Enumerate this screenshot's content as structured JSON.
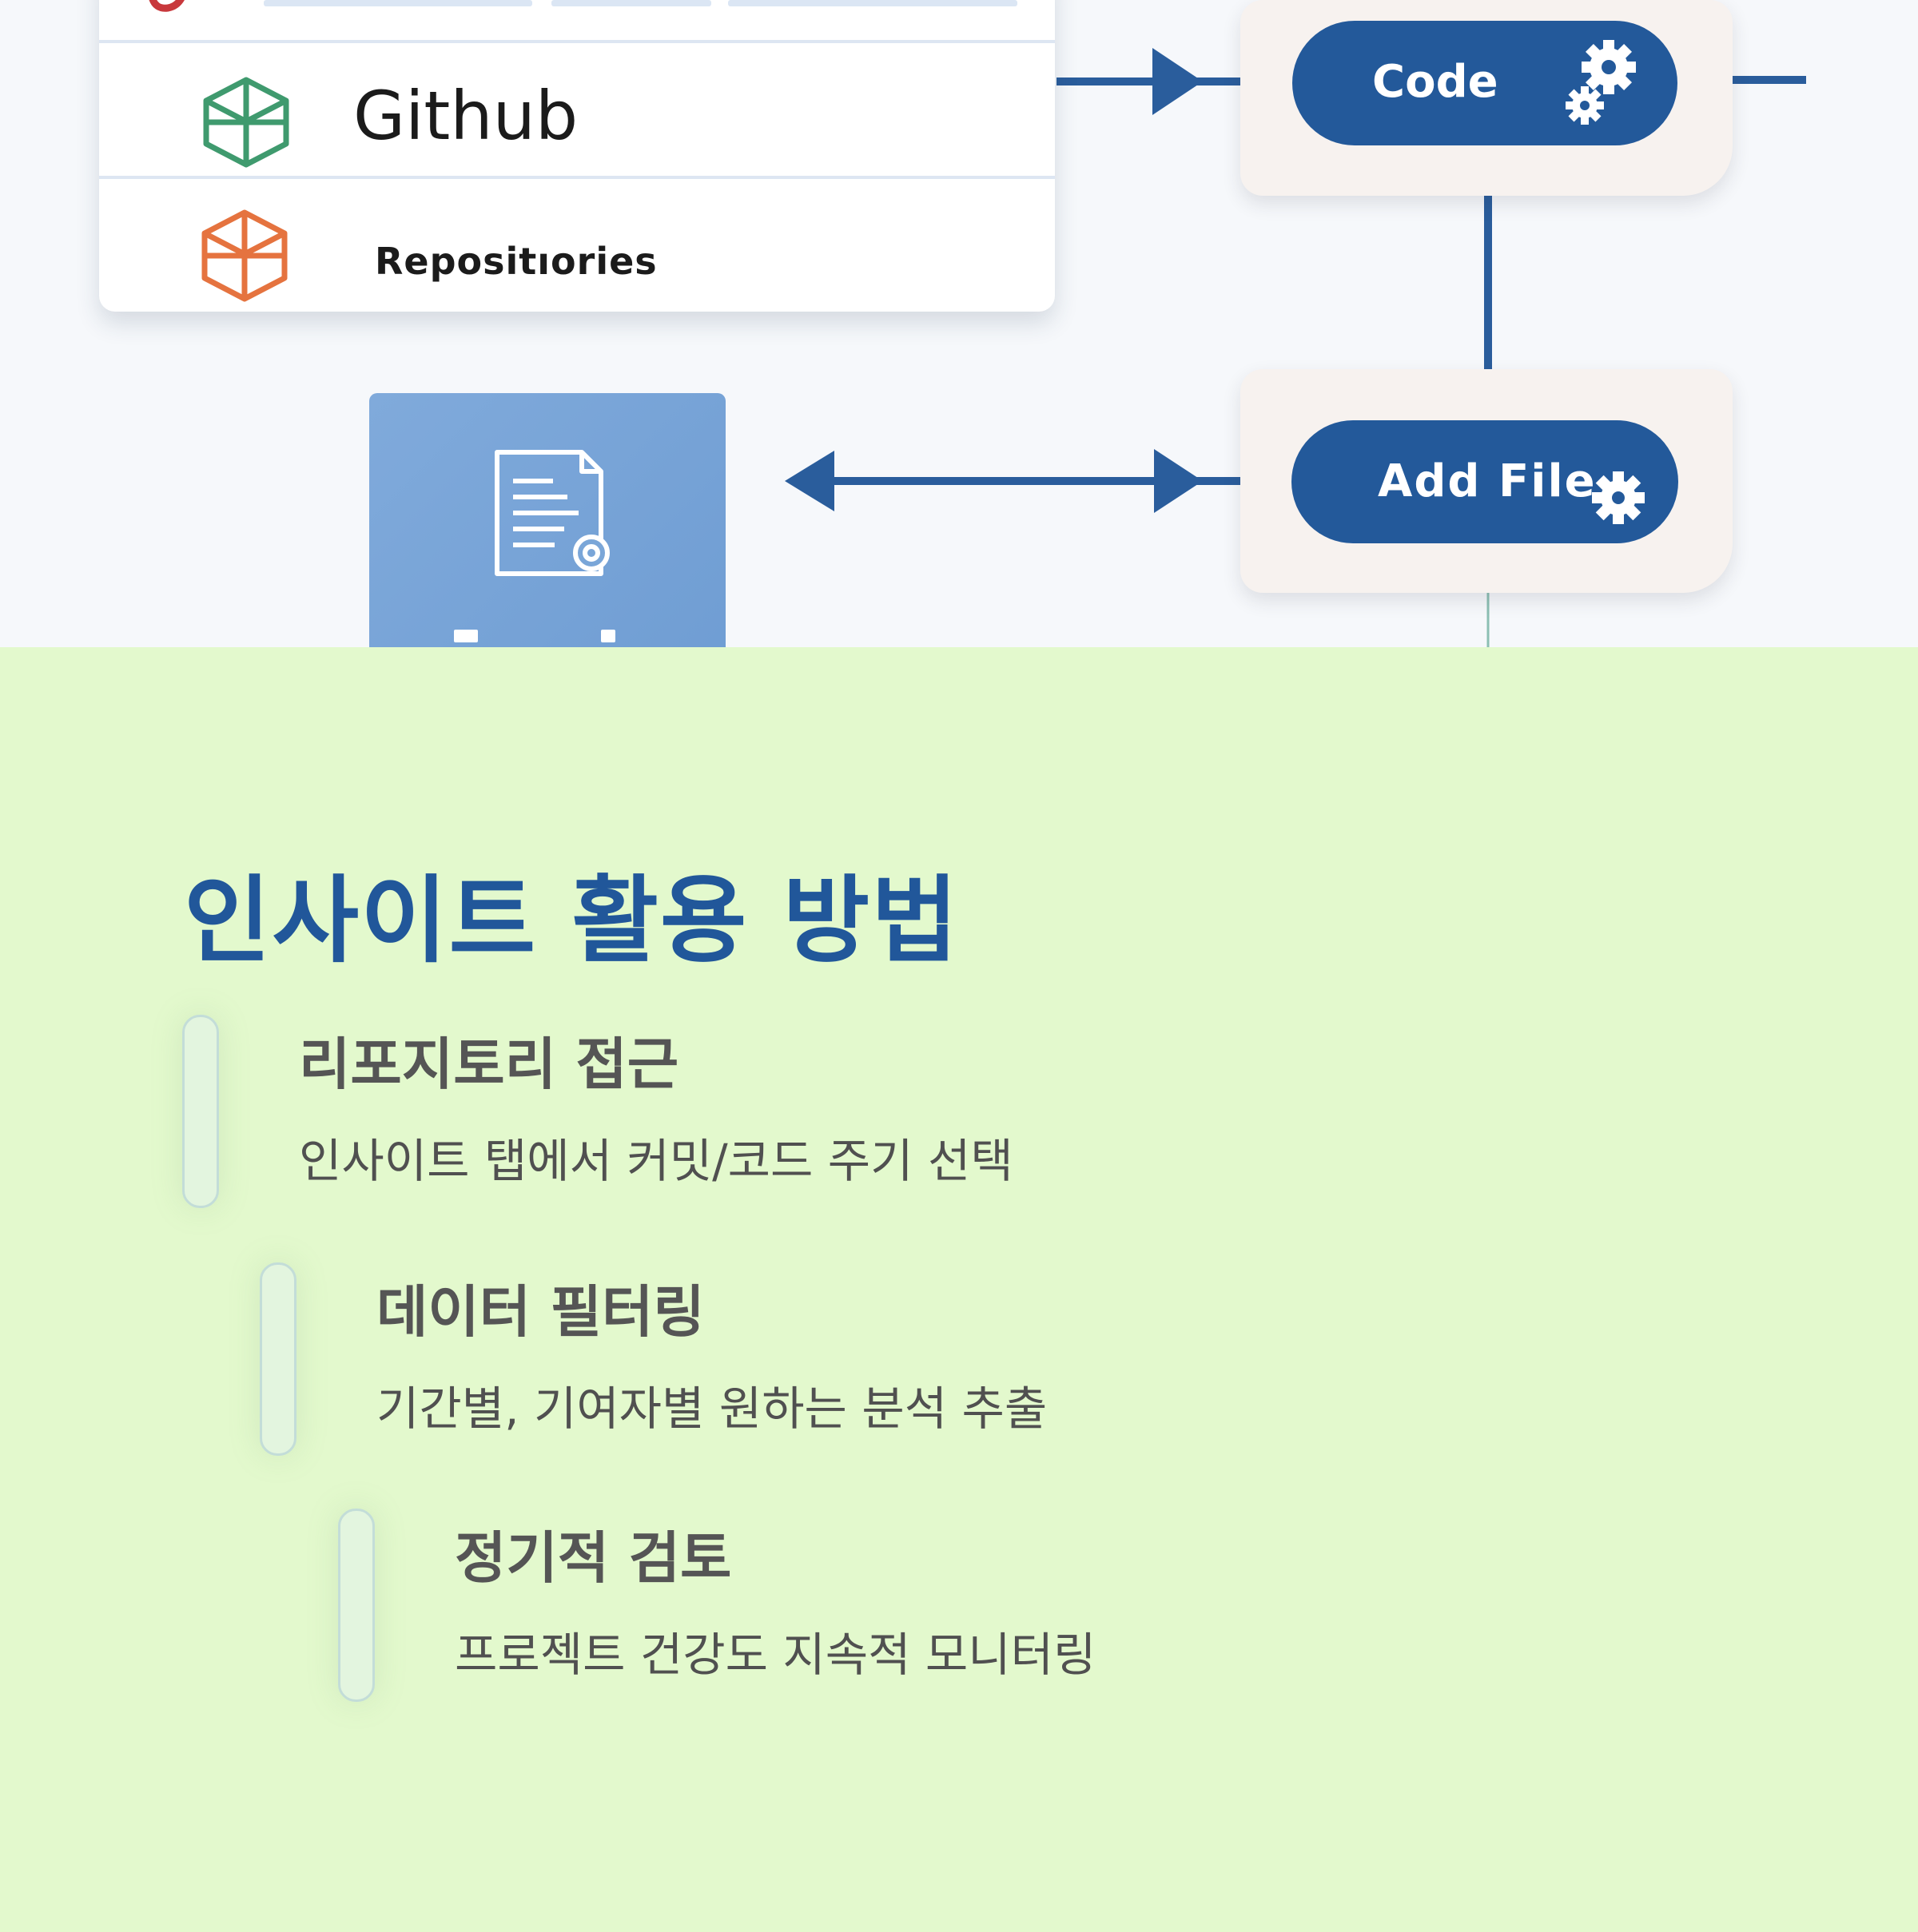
{
  "illustration": {
    "rows": [
      {
        "label": "Github",
        "icon": "cube-icon",
        "color": "#3f9a6e"
      },
      {
        "label": "Repositıories",
        "icon": "cube-icon",
        "color": "#e5733f"
      }
    ],
    "nodes": [
      {
        "label": "Code",
        "icon": "gears-icon"
      },
      {
        "label": "Add File",
        "icon": "gear-icon"
      }
    ],
    "document_icon": "document-icon",
    "accent": "#23599a"
  },
  "section": {
    "title": "인사이트 활용 방법",
    "steps": [
      {
        "title": "리포지토리 접근",
        "description": "인사이트 탭에서 커밋/코드 주기 선택"
      },
      {
        "title": "데이터 필터링",
        "description": "기간별, 기여자별 원하는 분석 추출"
      },
      {
        "title": "정기적 검토",
        "description": "프로젝트 건강도 지속적 모니터링"
      }
    ],
    "title_color": "#21579a",
    "background": "#e3f9cd"
  }
}
